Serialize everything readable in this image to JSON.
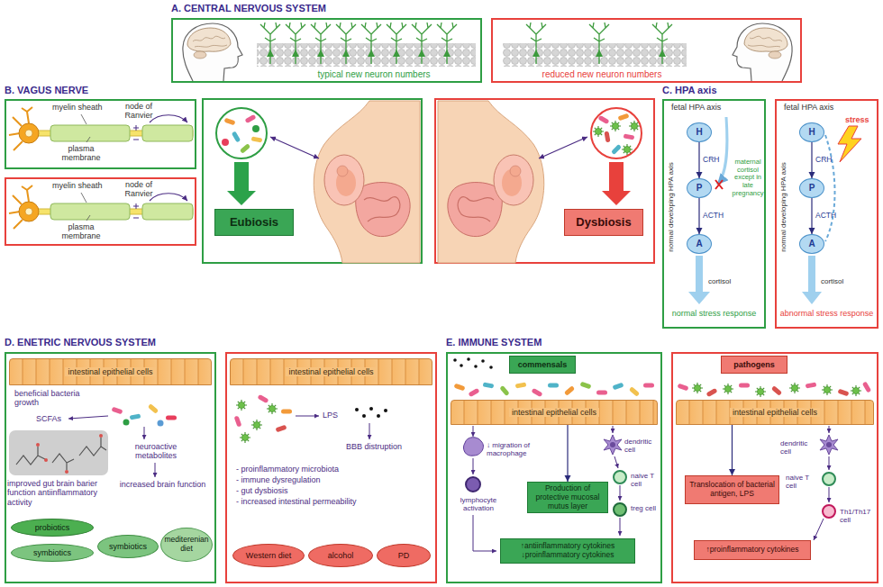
{
  "diagram": {
    "nodes": [
      {
        "text": [
          "typical new neuron numbers"
        ]
      },
      {
        "text": [
          "reduced new neuron numbers"
        ]
      },
      {
        "text": [
          "myelin sheath",
          "node of Ranvier",
          "plasma membrane"
        ]
      },
      {
        "text": [
          "myelin sheath",
          "node of Ranvier",
          "plasma membrane"
        ]
      },
      {
        "text": [
          "Eubiosis"
        ]
      },
      {
        "text": [
          "Dysbiosis"
        ]
      },
      {
        "text": [
          "fetal HPA axis",
          "normal developing HPA axis",
          "maternal cortisol except in late pregnancy",
          "cortisol",
          "normal stress response"
        ]
      },
      {
        "text": [
          "H"
        ],
        "in": 6
      },
      {
        "text": [
          "P"
        ],
        "in": 6
      },
      {
        "text": [
          "A"
        ],
        "in": 6
      },
      {
        "text": [
          "fetal HPA axis",
          "normal developing HPA axis",
          "stress",
          "cortisol",
          "abnormal stress response"
        ]
      },
      {
        "text": [
          "H"
        ],
        "in": 10
      },
      {
        "text": [
          "P"
        ],
        "in": 10
      },
      {
        "text": [
          "A"
        ],
        "in": 10
      },
      {
        "text": [
          "beneficial bacteria growth",
          "SCFAs",
          "neuroactive metabolites",
          "improved gut brain barier function antiinflammatory activity",
          "increased brain function"
        ]
      },
      {
        "text": [
          "intestinal epithelial cells"
        ],
        "in": 14
      },
      {
        "text": [
          "probiotics"
        ],
        "in": 14
      },
      {
        "text": [
          "symbiotics"
        ],
        "in": 14
      },
      {
        "text": [
          "symbiotics"
        ],
        "in": 14
      },
      {
        "text": [
          "mediterenian diet"
        ],
        "in": 14
      },
      {
        "text": [
          "LPS",
          "BBB distruption",
          "- proinflammatory microbiota",
          "- immune dysregulation",
          "- gut dysbiosis",
          "- increased intestinal permeability"
        ]
      },
      {
        "text": [
          "intestinal epithelial cells"
        ],
        "in": 20
      },
      {
        "text": [
          "Western diet"
        ],
        "in": 20
      },
      {
        "text": [
          "alcohol"
        ],
        "in": 20
      },
      {
        "text": [
          "PD"
        ],
        "in": 20
      },
      {
        "text": [
          "↓ migration of macrophage",
          "lymphocyte activation",
          "dendritic cell",
          "naive T cell",
          "treg cell"
        ]
      },
      {
        "text": [
          "commensals"
        ],
        "in": 25
      },
      {
        "text": [
          "intestinal epithelial cells"
        ],
        "in": 25
      },
      {
        "text": [
          "Production of protective mucosal mutus layer"
        ],
        "in": 25
      },
      {
        "text": [
          "↑antiinflammatory cytokines",
          "↓proinflammatory cytokines"
        ],
        "in": 25
      },
      {
        "text": [
          "dendritic cell",
          "naive T cell",
          "Th1/Th17 cell"
        ]
      },
      {
        "text": [
          "pathogens"
        ],
        "in": 30
      },
      {
        "text": [
          "intestinal epithelial cells"
        ],
        "in": 30
      },
      {
        "text": [
          "Translocation of bacterial antigen, LPS"
        ],
        "in": 30
      },
      {
        "text": [
          "↑proinflammatory cytokines"
        ],
        "in": 30
      }
    ],
    "edges": [
      {
        "from": 7,
        "to": 8,
        "arrow": "to",
        "label": "CRH"
      },
      {
        "from": 8,
        "to": 9,
        "arrow": "to",
        "label": "ACTH"
      },
      {
        "from": 11,
        "to": 12,
        "arrow": "to",
        "label": "CRH"
      },
      {
        "from": 12,
        "to": 13,
        "arrow": "to",
        "label": "ACTH"
      },
      {
        "from": 27,
        "to": 28,
        "arrow": "to"
      },
      {
        "from": 32,
        "to": 33,
        "arrow": "to"
      }
    ],
    "labels": [
      "A. CENTRAL NERVOUS SYSTEM",
      "B. VAGUS NERVE",
      "C. HPA axis",
      "D. ENETRIC NERVOUS SYSTEM",
      "E. IMMUNE SYSTEM"
    ]
  }
}
